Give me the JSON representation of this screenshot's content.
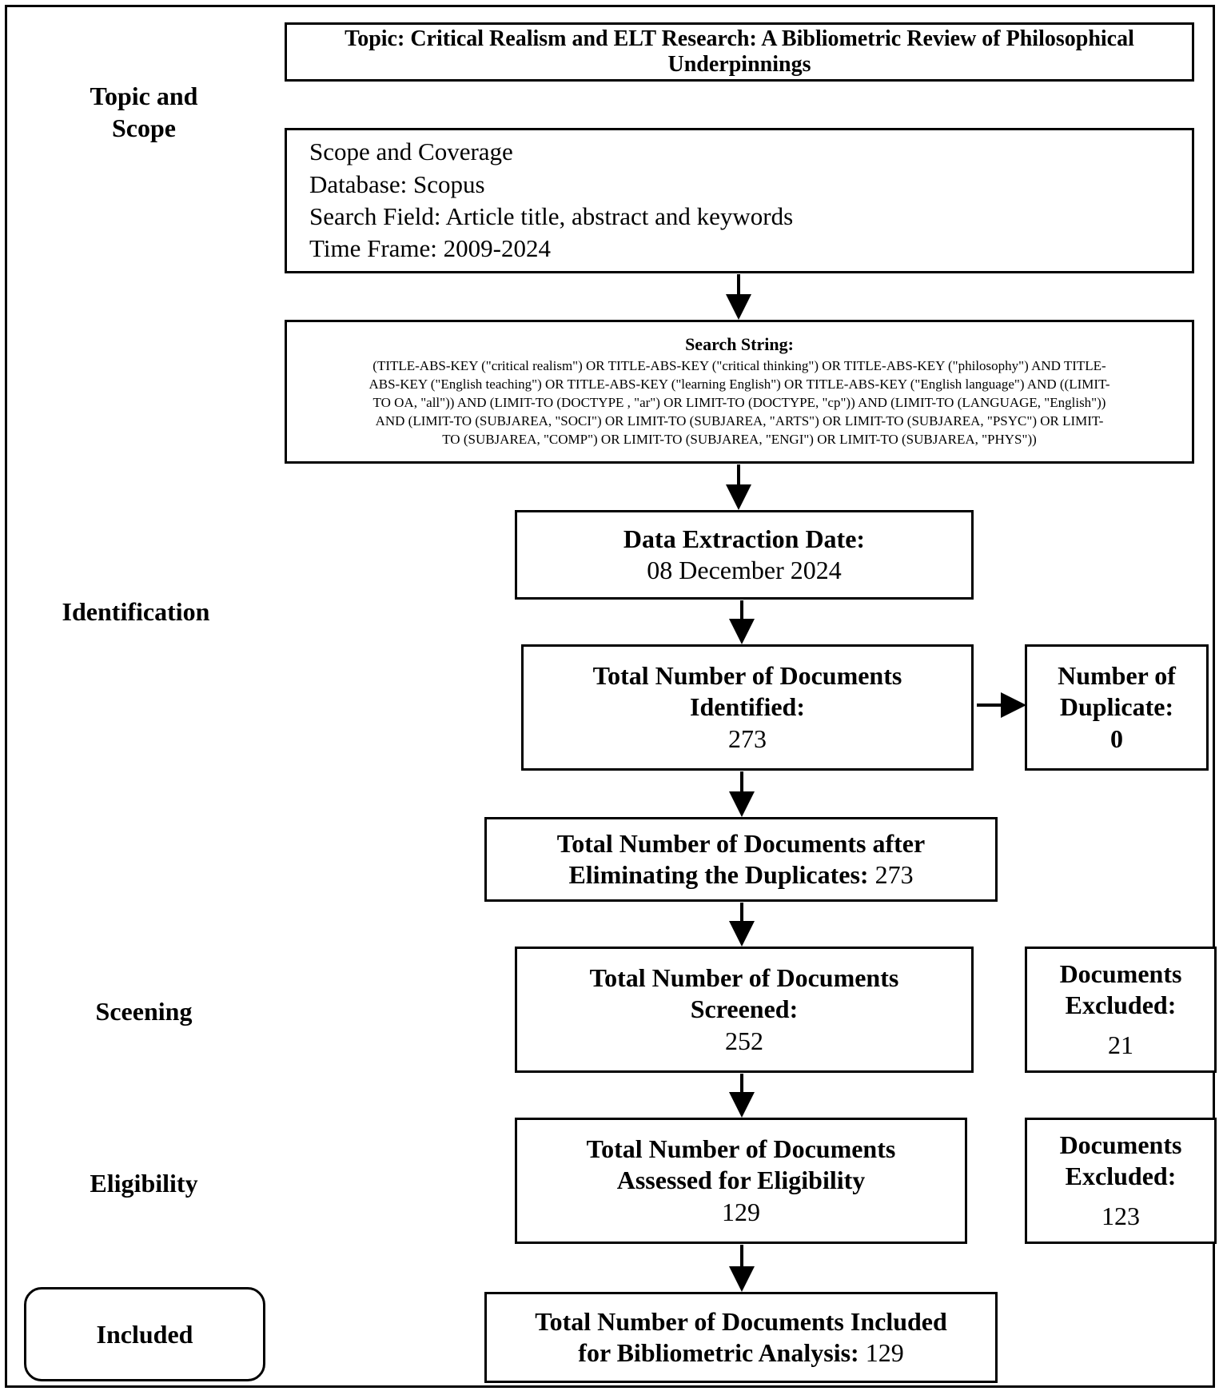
{
  "topic_box": {
    "label": "Topic:",
    "text": "Critical Realism and ELT Research: A Bibliometric Review of Philosophical Underpinnings"
  },
  "stages": {
    "topic_scope": "Topic and Scope",
    "identification": "Identification",
    "screening": "Sceening",
    "eligibility": "Eligibility",
    "included": "Included"
  },
  "scope_box": {
    "line1": "Scope and Coverage",
    "line2": "Database: Scopus",
    "line3": "Search Field: Article title, abstract and keywords",
    "line4": "Time Frame: 2009-2024"
  },
  "search_box": {
    "title": "Search String:",
    "line1": "(TITLE-ABS-KEY (\"critical realism\") OR TITLE-ABS-KEY (\"critical thinking\") OR TITLE-ABS-KEY (\"philosophy\") AND TITLE-",
    "line2": "ABS-KEY (\"English teaching\") OR TITLE-ABS-KEY (\"learning English\") OR TITLE-ABS-KEY (\"English language\")  AND  ((LIMIT-",
    "line3": "TO  OA, \"all\"))  AND  (LIMIT-TO (DOCTYPE , \"ar\") OR LIMIT-TO (DOCTYPE, \"cp\")) AND (LIMIT-TO (LANGUAGE, \"English\"))",
    "line4": "AND (LIMIT-TO (SUBJAREA, \"SOCI\") OR LIMIT-TO (SUBJAREA,  \"ARTS\") OR LIMIT-TO (SUBJAREA, \"PSYC\") OR LIMIT-",
    "line5": "TO (SUBJAREA, \"COMP\") OR LIMIT-TO (SUBJAREA, \"ENGI\") OR LIMIT-TO (SUBJAREA, \"PHYS\"))"
  },
  "extraction_box": {
    "label": "Data Extraction Date:",
    "value": "08 December 2024"
  },
  "identified_box": {
    "line1": "Total Number of Documents",
    "line2": "Identified:",
    "value": "273"
  },
  "duplicate_box": {
    "line1": "Number of",
    "line2": "Duplicate:",
    "value": "0"
  },
  "dedup_box": {
    "line1": "Total Number of Documents after",
    "line2": "Eliminating the Duplicates:",
    "value": "273"
  },
  "screened_box": {
    "line1": "Total Number of Documents",
    "line2": "Screened:",
    "value": "252"
  },
  "excluded_screen_box": {
    "line1": "Documents",
    "line2": "Excluded:",
    "value": "21"
  },
  "eligibility_box": {
    "line1": "Total Number of Documents",
    "line2": "Assessed for Eligibility",
    "value": "129"
  },
  "excluded_elig_box": {
    "line1": "Documents",
    "line2": "Excluded:",
    "value": "123"
  },
  "included_box": {
    "line1": "Total Number of Documents Included",
    "line2": "for Bibliometric Analysis:",
    "value": "129"
  }
}
